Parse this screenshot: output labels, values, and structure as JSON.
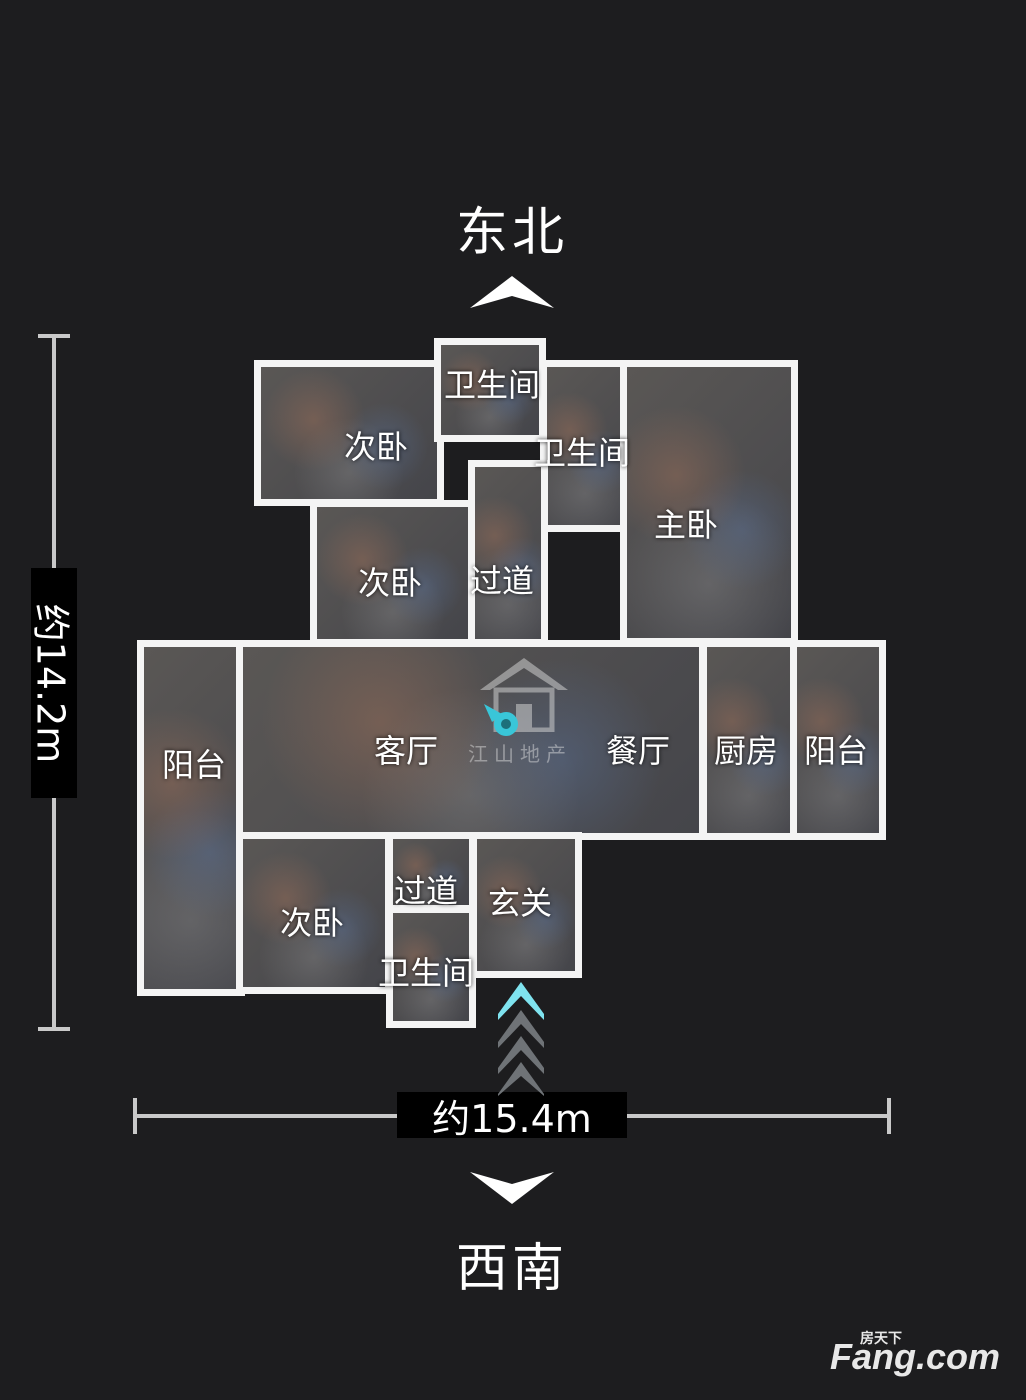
{
  "compass": {
    "north_label": "东北",
    "south_label": "西南"
  },
  "dimensions": {
    "height_label": "约14.2m",
    "width_label": "约15.4m"
  },
  "rooms": {
    "bedroom_nw": "次卧",
    "bath_top": "卫生间",
    "bath_master": "卫生间",
    "master_bedroom": "主卧",
    "bedroom_mid": "次卧",
    "corridor_top": "过道",
    "balcony_west": "阳台",
    "living_room": "客厅",
    "dining_room": "餐厅",
    "kitchen": "厨房",
    "balcony_east": "阳台",
    "bedroom_sw": "次卧",
    "corridor_bottom": "过道",
    "entrance": "玄关",
    "bath_bottom": "卫生间"
  },
  "watermark": {
    "brand_text": "Fang.com",
    "brand_sub": "房天下",
    "center_text": "江山地产"
  },
  "colors": {
    "background": "#1d1d1f",
    "wall": "#f4f4f4",
    "position_marker": "#39c6d8",
    "entry_arrow": "#7fe3ef"
  }
}
